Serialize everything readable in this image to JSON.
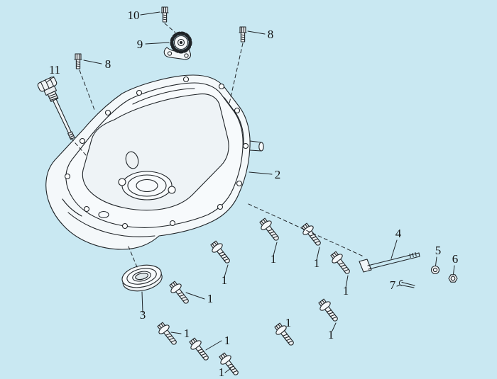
{
  "diagram": {
    "background_color": "#c9e8f2",
    "line_color": "#1f2428"
  },
  "labels": [
    {
      "text": "10"
    },
    {
      "text": "9"
    },
    {
      "text": "8"
    },
    {
      "text": "8"
    },
    {
      "text": "11"
    },
    {
      "text": "2"
    },
    {
      "text": "3"
    },
    {
      "text": "4"
    },
    {
      "text": "5"
    },
    {
      "text": "6"
    },
    {
      "text": "7"
    },
    {
      "text": "1"
    },
    {
      "text": "1"
    },
    {
      "text": "1"
    },
    {
      "text": "1"
    },
    {
      "text": "1"
    },
    {
      "text": "1"
    },
    {
      "text": "1"
    },
    {
      "text": "1"
    },
    {
      "text": "1"
    },
    {
      "text": "1"
    }
  ]
}
